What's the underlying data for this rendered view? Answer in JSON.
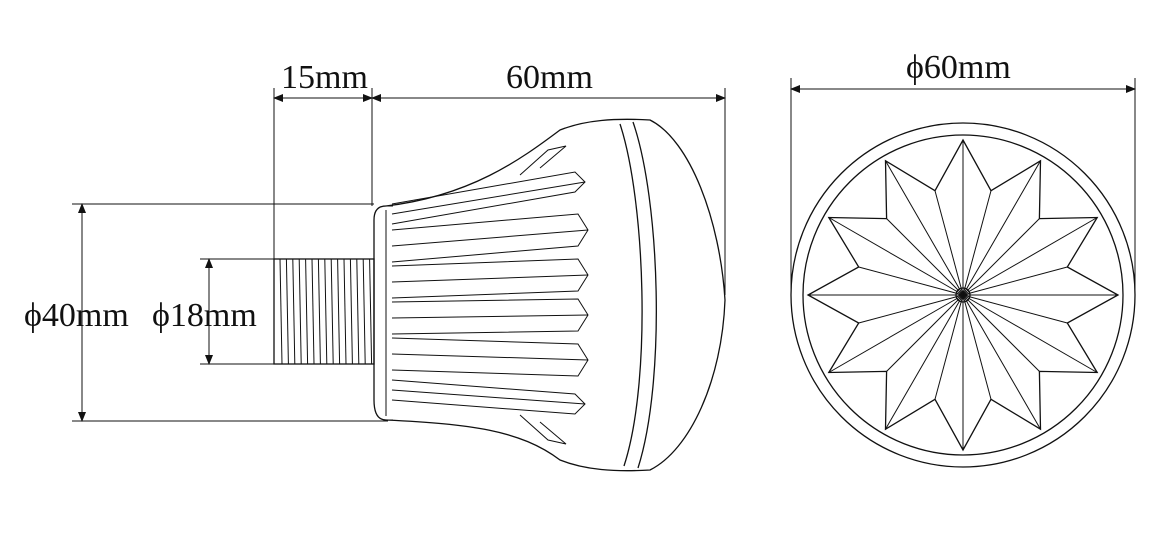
{
  "dimensions": {
    "thread_length": "15mm",
    "body_length": "60mm",
    "outer_diameter": "ϕ60mm",
    "base_diameter": "ϕ40mm",
    "thread_diameter": "ϕ18mm"
  },
  "colors": {
    "line": "#111111",
    "background": "#ffffff"
  }
}
